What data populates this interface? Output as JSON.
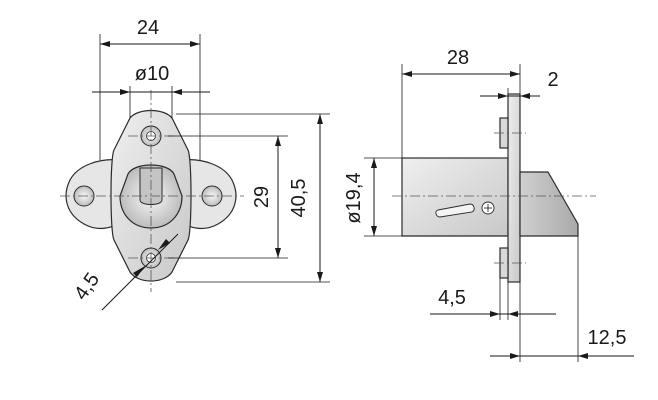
{
  "front_view": {
    "dim_width": "24",
    "dim_bore_diameter": "ø10",
    "dim_hole_spacing": "29",
    "dim_height": "40,5",
    "dim_screw_hole": "4,5"
  },
  "side_view": {
    "dim_length": "28",
    "dim_flange_thickness": "2",
    "dim_body_diameter": "ø19,4",
    "dim_lug_thickness": "4,5",
    "dim_bolt_projection": "12,5"
  },
  "colors": {
    "part_fill": "#dcdcdc",
    "part_fill_light": "#ececec",
    "part_shadow": "#b9b9b9",
    "line": "#1a1a1a"
  }
}
